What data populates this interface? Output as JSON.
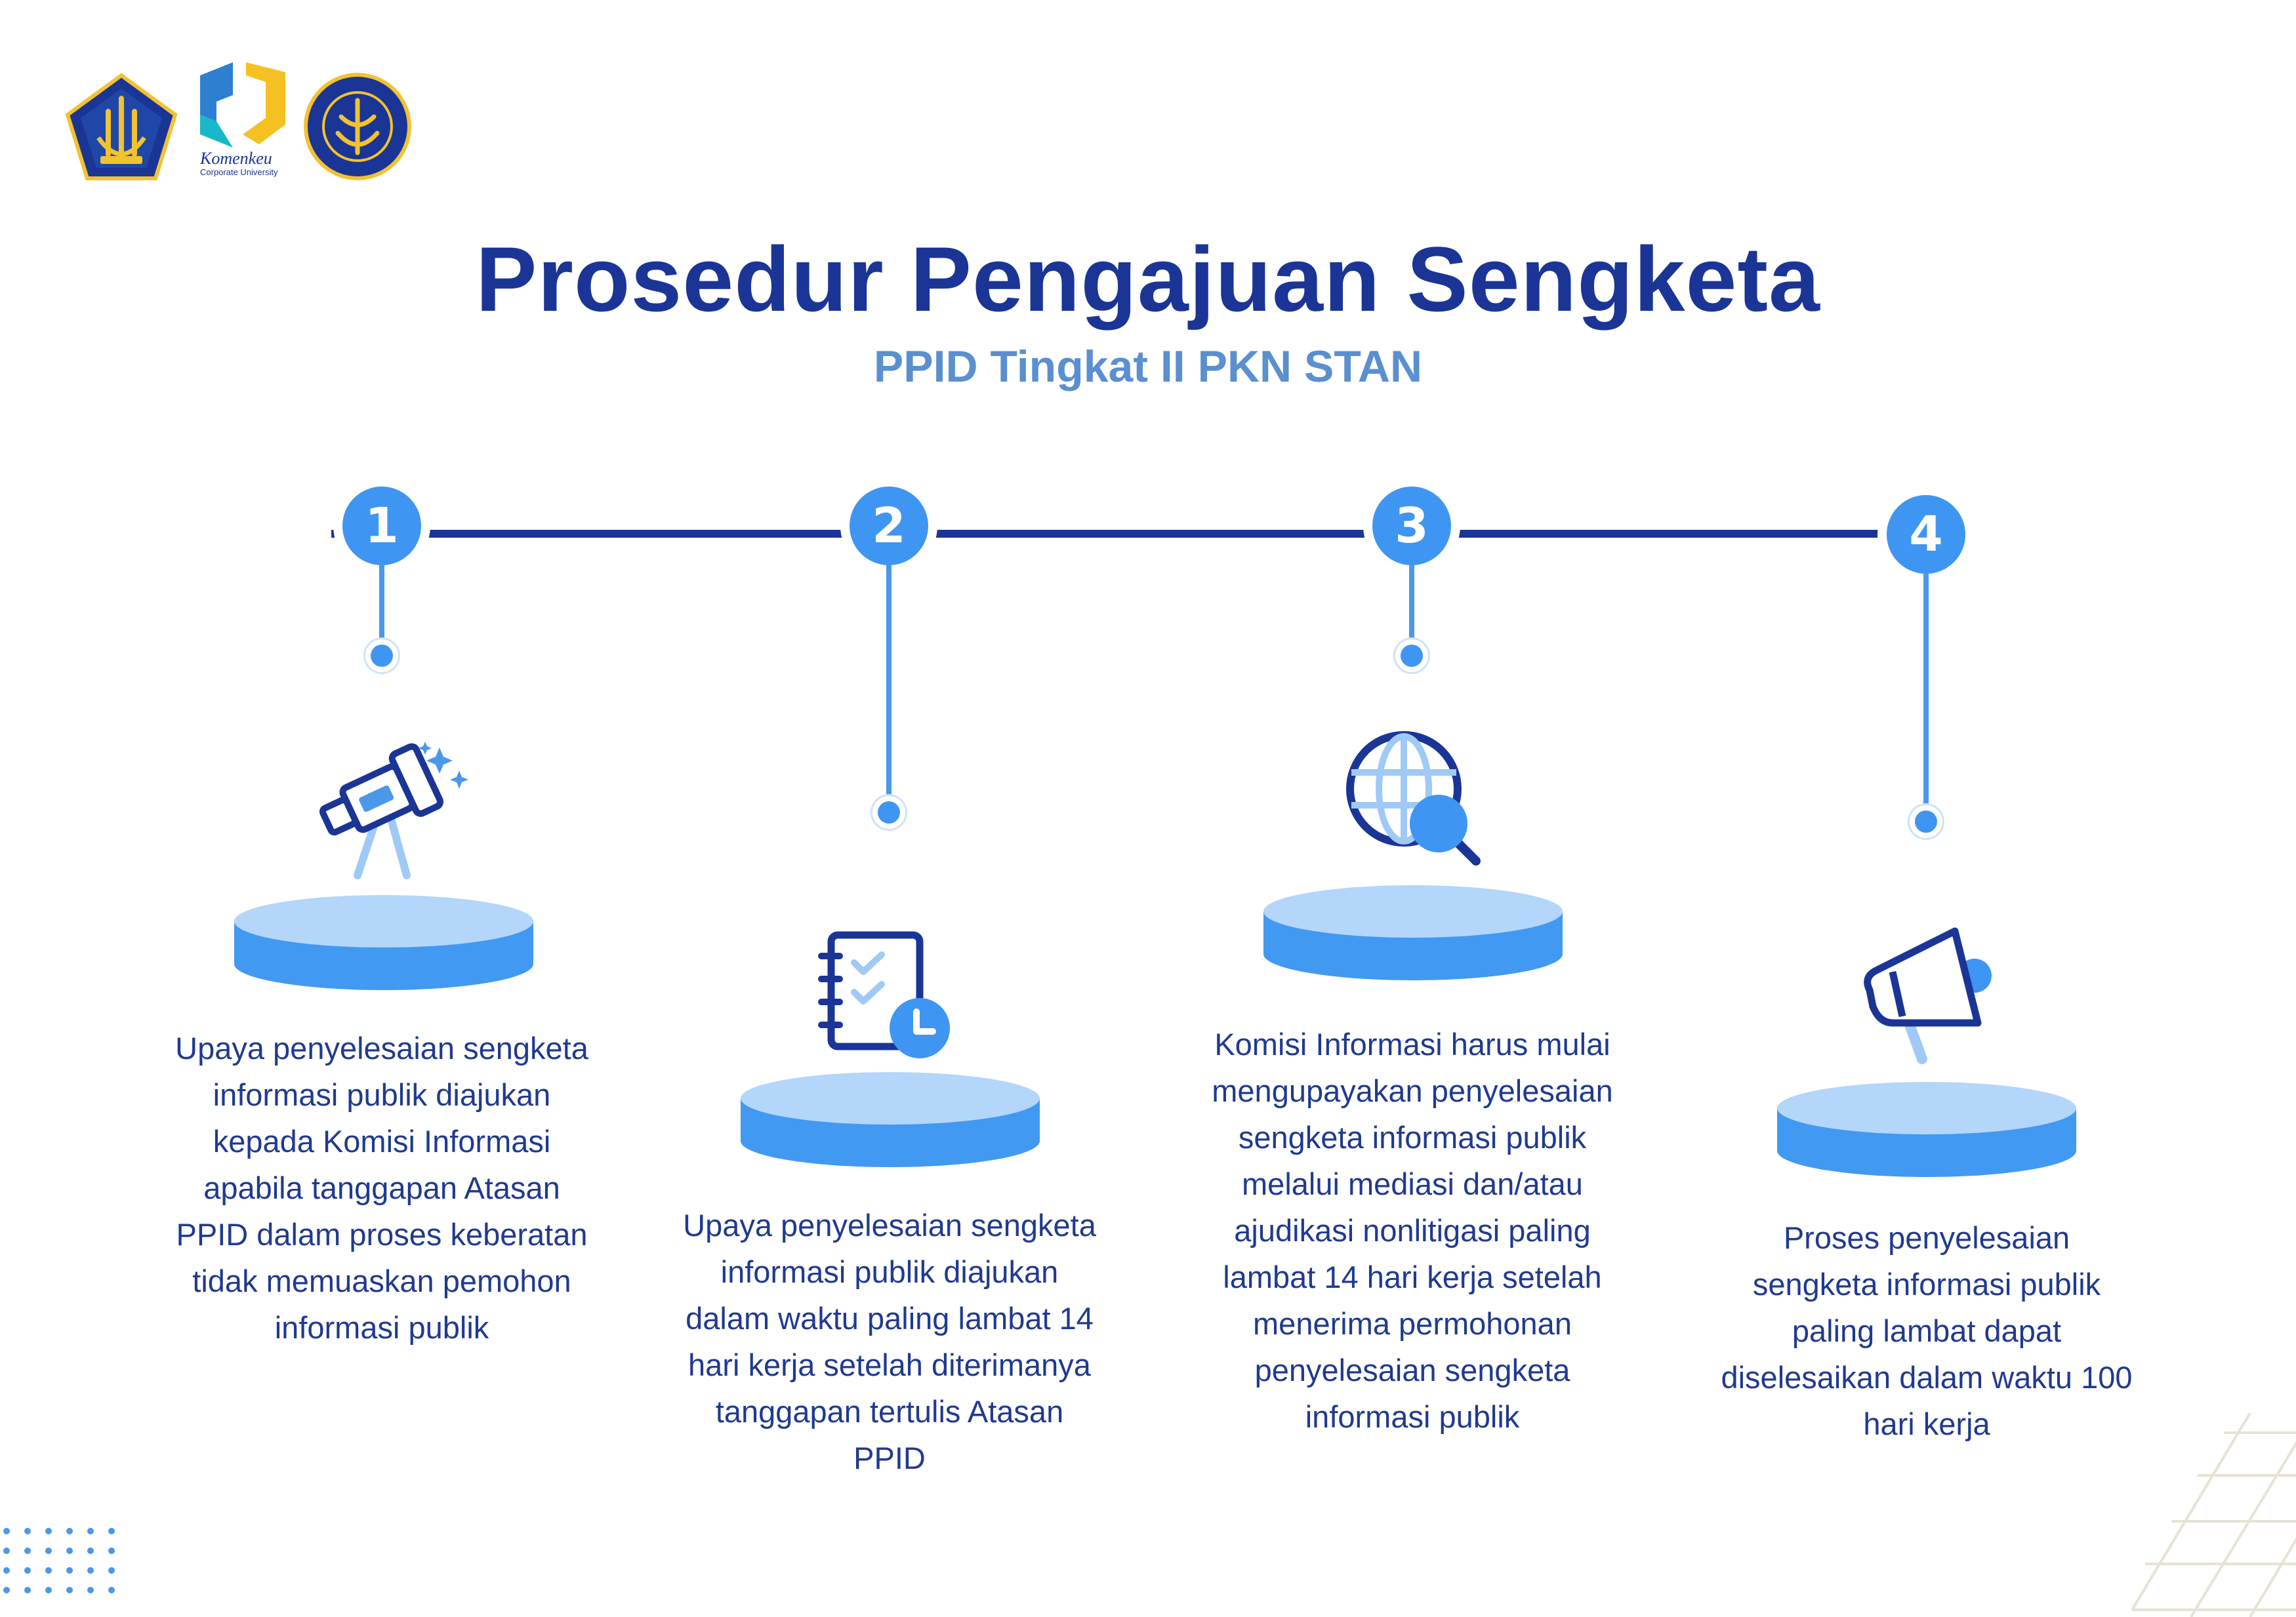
{
  "title": "Prosedur Pengajuan Sengketa",
  "subtitle": "PPID Tingkat II PKN STAN",
  "logos": {
    "komenkeu_name": "Komenkeu",
    "komenkeu_sub": "Corporate University"
  },
  "steps": [
    {
      "number": "1",
      "icon": "telescope-icon",
      "description": "Upaya penyelesaian sengketa informasi publik diajukan kepada Komisi Informasi apabila tanggapan Atasan PPID dalam proses keberatan tidak memuaskan pemohon informasi publik"
    },
    {
      "number": "2",
      "icon": "checklist-clock-icon",
      "description": "Upaya penyelesaian sengketa informasi publik diajukan dalam waktu paling lambat 14 hari kerja setelah diterimanya tanggapan tertulis Atasan PPID"
    },
    {
      "number": "3",
      "icon": "globe-search-icon",
      "description": "Komisi Informasi harus mulai mengupayakan penyelesaian sengketa informasi publik melalui mediasi dan/atau ajudikasi nonlitigasi paling lambat 14 hari kerja setelah menerima permohonan penyelesaian sengketa informasi publik"
    },
    {
      "number": "4",
      "icon": "megaphone-icon",
      "description": "Proses penyelesaian sengketa informasi publik paling lambat dapat diselesaikan dalam waktu 100 hari kerja"
    }
  ],
  "colors": {
    "primary": "#1a3596",
    "accent": "#3f95f2",
    "light": "#b3d6fa",
    "subtitle": "#5a8fd0"
  }
}
